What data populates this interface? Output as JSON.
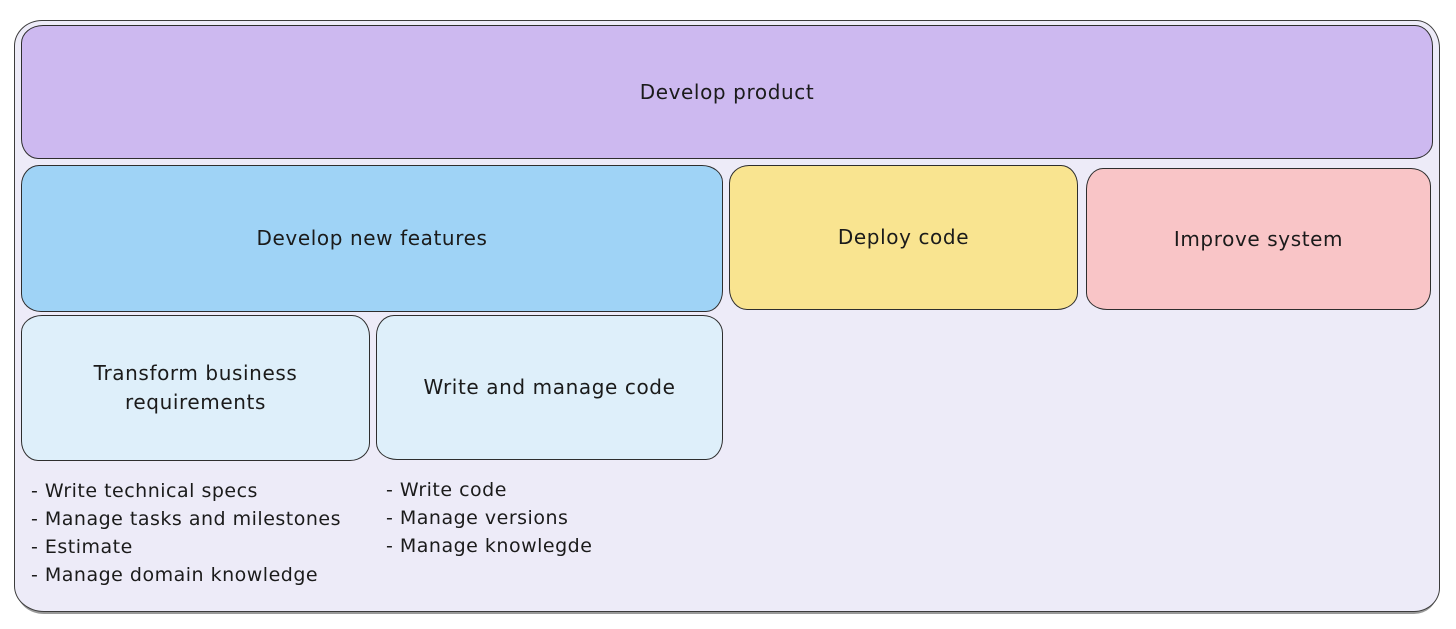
{
  "diagram": {
    "root": {
      "label": "Develop product"
    },
    "processes": [
      {
        "label": "Develop new features"
      },
      {
        "label": "Deploy code"
      },
      {
        "label": "Improve system"
      }
    ],
    "subprocesses": [
      {
        "label": "Transform business requirements",
        "tasks": [
          "- Write technical specs",
          "- Manage tasks and milestones",
          "- Estimate",
          "- Manage domain knowledge"
        ]
      },
      {
        "label": "Write and manage code",
        "tasks": [
          "- Write code",
          "- Manage versions",
          "- Manage knowlegde"
        ]
      }
    ],
    "colors": {
      "container_bg": "#edebf8",
      "container_border": "#3c3c3c",
      "root_bg": "#cdb9f0",
      "features_bg": "#9fd3f6",
      "deploy_bg": "#f9e490",
      "improve_bg": "#f9c5c7",
      "subprocess_bg": "#deeffa",
      "text": "#1b1b1b"
    }
  }
}
